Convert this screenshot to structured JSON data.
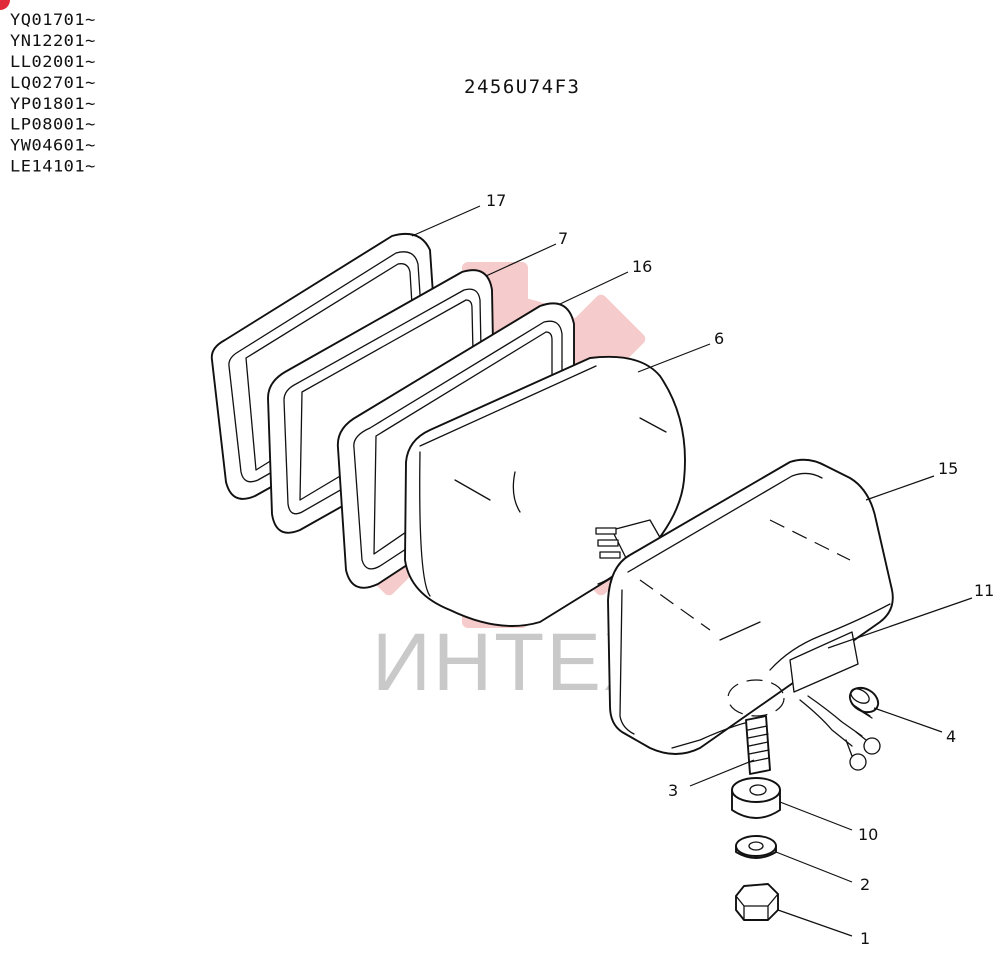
{
  "badge_color": "#e02a3a",
  "watermark": {
    "text": "ИНТЕХ",
    "gear_color": "#f6c6c6"
  },
  "serial_ranges": [
    "YQ01701~",
    "YN12201~",
    "LL02001~",
    "LQ02701~",
    "YP01801~",
    "LP08001~",
    "YW04601~",
    "LE14101~"
  ],
  "drawing_code": "2456U74F3",
  "part_numbers": {
    "p17": "17",
    "p7": "7",
    "p16": "16",
    "p6": "6",
    "p15": "15",
    "p11": "11",
    "p4": "4",
    "p3": "3",
    "p10": "10",
    "p2": "2",
    "p1": "1"
  }
}
